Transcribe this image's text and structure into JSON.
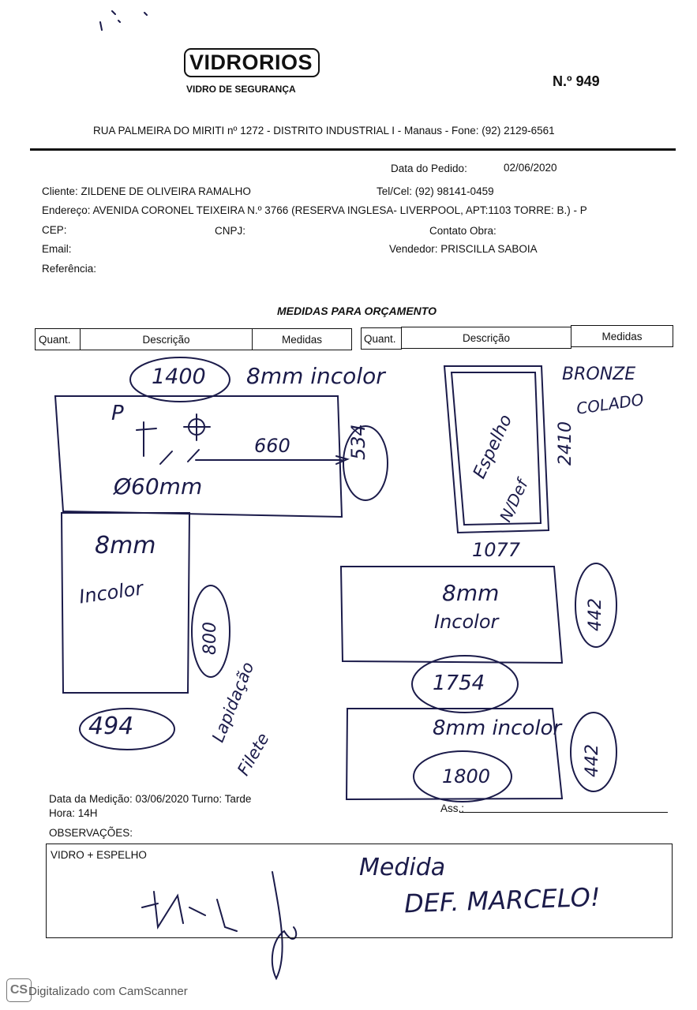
{
  "header": {
    "logo": "VIDRORIOS",
    "logo_subtitle": "VIDRO DE SEGURANÇA",
    "doc_number": "N.º  949",
    "address": "RUA PALMEIRA DO MIRITI nº 1272 - DISTRITO INDUSTRIAL I - Manaus - Fone: (92) 2129-6561"
  },
  "order": {
    "date_label": "Data do Pedido:",
    "date_value": "02/06/2020",
    "client": "Cliente: ZILDENE DE OLIVEIRA RAMALHO",
    "phone": "Tel/Cel: (92) 98141-0459",
    "address_line": "Endereço: AVENIDA CORONEL TEIXEIRA N.º 3766 (RESERVA INGLESA- LIVERPOOL, APT:1103 TORRE: B.) - P",
    "cep": "CEP:",
    "cnpj": "CNPJ:",
    "contact": "Contato Obra:",
    "email": "Email:",
    "seller": "Vendedor: PRISCILLA SABOIA",
    "reference": "Referência:"
  },
  "table": {
    "title": "MEDIDAS PARA ORÇAMENTO",
    "headers": [
      "Quant.",
      "Descrição",
      "Medidas",
      "Quant.",
      "Descrição",
      "Medidas"
    ]
  },
  "sketch": {
    "p1_width": "1400",
    "p1_spec": "8mm incolor",
    "p1_height": "534",
    "p1_offset": "660",
    "p1_hole": "Ø60mm",
    "p1_mark": "P",
    "p2_spec1": "8mm",
    "p2_spec2": "Incolor",
    "p2_height": "800",
    "p2_width": "494",
    "p2_note1": "Lapidação",
    "p2_note2": "Filete",
    "mirror_label": "Espelho",
    "mirror_note": "N/Def",
    "mirror_color1": "BRONZE",
    "mirror_color2": "COLADO",
    "mirror_height": "2410",
    "mirror_width": "1077",
    "p3_spec1": "8mm",
    "p3_spec2": "Incolor",
    "p3_height": "442",
    "p3_width": "1754",
    "p4_spec": "8mm incolor",
    "p4_height": "442",
    "p4_width": "1800"
  },
  "measurement": {
    "line1": "Data da Medição: 03/06/2020  Turno: Tarde",
    "line2": "Hora: 14H",
    "signature_label": "Ass.:"
  },
  "observations": {
    "label": "OBSERVAÇÕES:",
    "text": "VIDRO + ESPELHO",
    "handwritten1": "Medida",
    "handwritten2": "DEF. MARCELO!"
  },
  "footer": {
    "logo": "CS",
    "scanner_text": "Digitalizado com CamScanner"
  }
}
